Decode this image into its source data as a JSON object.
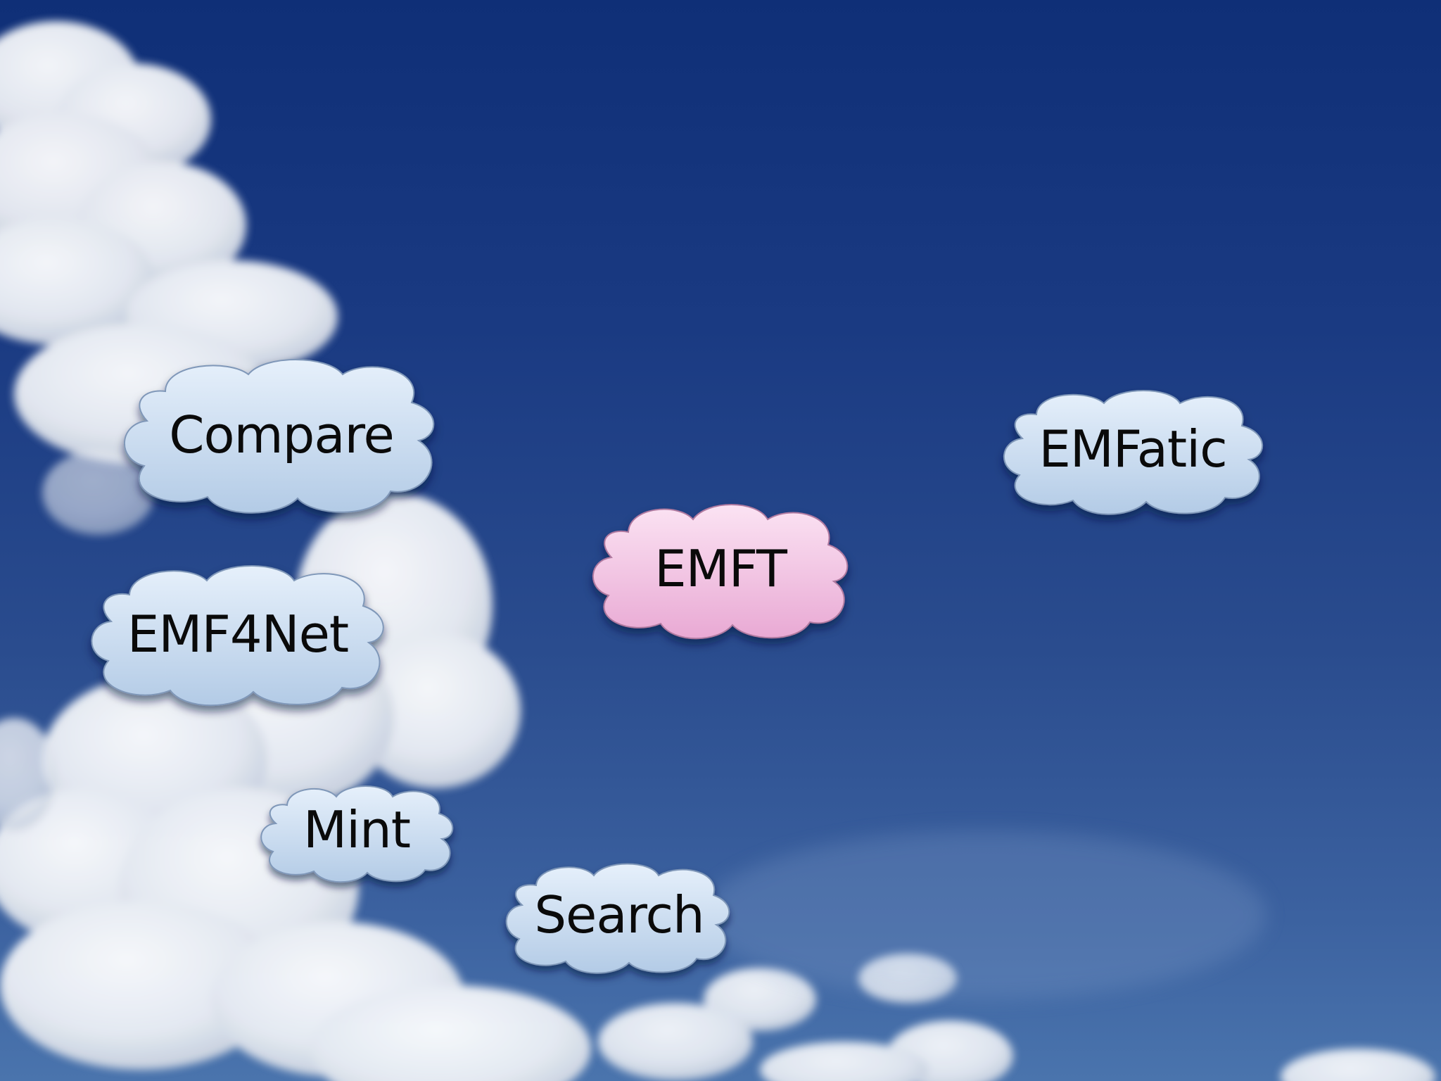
{
  "slide": {
    "bubbles": [
      {
        "key": "compare",
        "label": "Compare",
        "style": "blue"
      },
      {
        "key": "emfatic",
        "label": "EMFatic",
        "style": "blue"
      },
      {
        "key": "emft",
        "label": "EMFT",
        "style": "pink"
      },
      {
        "key": "emf4net",
        "label": "EMF4Net",
        "style": "blue"
      },
      {
        "key": "mint",
        "label": "Mint",
        "style": "blue"
      },
      {
        "key": "search",
        "label": "Search",
        "style": "blue"
      }
    ]
  },
  "colors": {
    "bubble_blue_top": "#e6f0fb",
    "bubble_blue_bottom": "#b3cbe6",
    "bubble_pink_top": "#fbe3f3",
    "bubble_pink_bottom": "#e9a9d4",
    "bubble_outline": "#7f97b8",
    "sky_top": "#0f2f77",
    "sky_bottom": "#4a74ad"
  }
}
